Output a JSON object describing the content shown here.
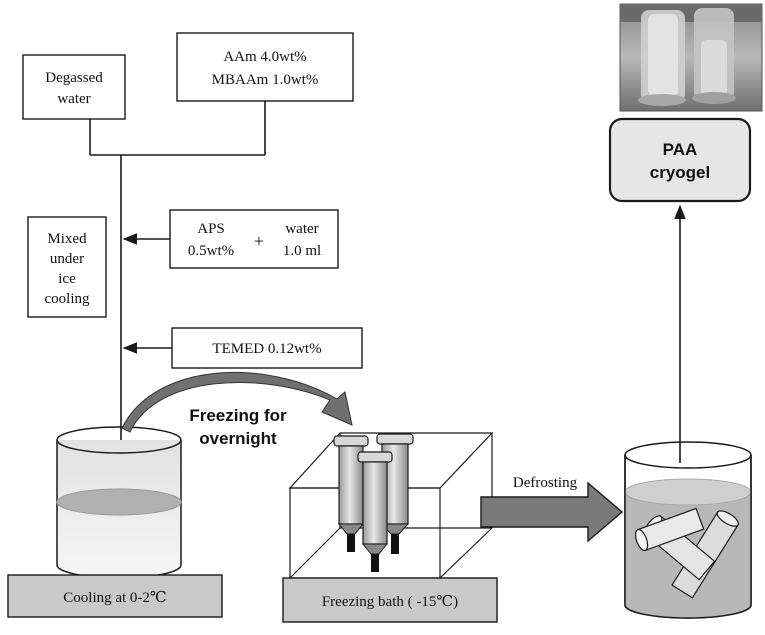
{
  "colors": {
    "outline": "#1a1a1a",
    "base_fill": "#c9c9c9",
    "liquid_fill": "#b3b3b3",
    "big_arrow_fill": "#7a7a7a",
    "result_box_fill": "#e6e6e6"
  },
  "labels": {
    "degassed_water": [
      "Degassed",
      "water"
    ],
    "monomers": [
      "AAm 4.0wt%",
      "MBAAm 1.0wt%"
    ],
    "mixed": [
      "Mixed",
      "under",
      "ice",
      "cooling"
    ],
    "aps": [
      "APS",
      "0.5wt%"
    ],
    "plus": "+",
    "water_add": [
      "water",
      "1.0 ml"
    ],
    "temed": "TEMED 0.12wt%",
    "freezing_note": [
      "Freezing for",
      "overnight"
    ],
    "defrosting": "Defrosting",
    "cooling_base": "Cooling at 0-2℃",
    "freezing_base": "Freezing bath ( -15℃)",
    "result": [
      "PAA",
      "cryogel"
    ]
  },
  "photo": {
    "description_icon": "cryogel-photo"
  }
}
